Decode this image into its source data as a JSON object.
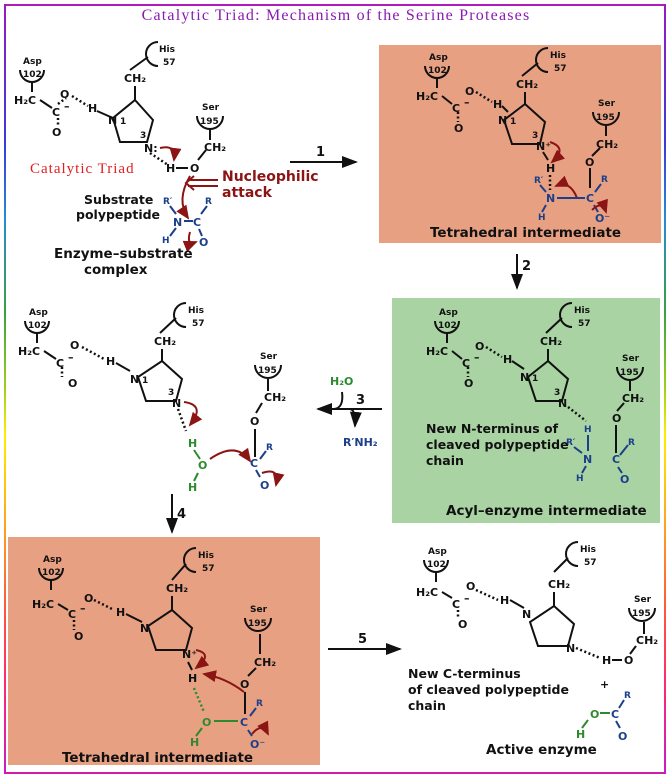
{
  "title": "Catalytic Triad: Mechanism of the Serine Proteases",
  "colors": {
    "title": "#8a1ab0",
    "tetrahedral_panel": "#e8a083",
    "acyl_panel": "#a9d3a3",
    "substrate_blue": "#1c3f8a",
    "water_green": "#2e8a2e",
    "electron_arrow_red": "#8b1414",
    "triad_label_red": "#e02020"
  },
  "residues": {
    "asp": {
      "name": "Asp",
      "number": "102"
    },
    "his": {
      "name": "His",
      "number": "57"
    },
    "ser": {
      "name": "Ser",
      "number": "195"
    }
  },
  "atoms": {
    "h2c": "H₂C",
    "ch2": "CH₂",
    "c": "C",
    "o": "O",
    "o_minus": "O⁻",
    "n": "N",
    "n_plus": "N⁺",
    "n_colon": "N:",
    "h": "H",
    "r": "R",
    "r_prime": "R′",
    "minus": "–",
    "one": "1",
    "three": "3",
    "plus": "+"
  },
  "steps": {
    "s1": "1",
    "s2": "2",
    "s3": "3",
    "s4": "4",
    "s5": "5",
    "h2o": "H₂O",
    "rnh2": "R′NH₂"
  },
  "panels": {
    "es_complex": {
      "caption_line1": "Enzyme–substrate",
      "caption_line2": "complex",
      "triad_label": "Catalytic Triad",
      "substrate_line1": "Substrate",
      "substrate_line2": "polypeptide",
      "nucleophilic_line1": "Nucleophilic",
      "nucleophilic_line2": "attack"
    },
    "tetrahedral_1": {
      "caption": "Tetrahedral intermediate"
    },
    "acyl_enzyme": {
      "caption": "Acyl–enzyme intermediate",
      "note_line1": "New N-terminus of",
      "note_line2": "cleaved polypeptide",
      "note_line3": "chain"
    },
    "water_attack": {},
    "tetrahedral_2": {
      "caption": "Tetrahedral intermediate"
    },
    "active_enzyme": {
      "caption": "Active enzyme",
      "note_line1": "New C-terminus",
      "note_line2": "of cleaved polypeptide",
      "note_line3": "chain"
    }
  }
}
